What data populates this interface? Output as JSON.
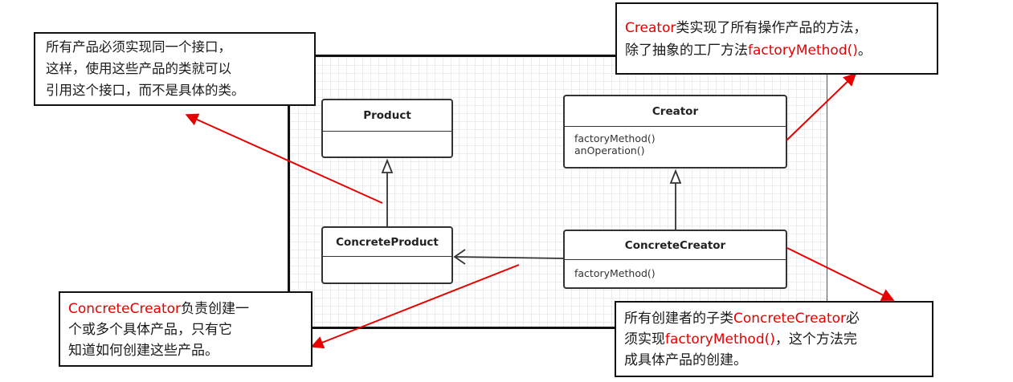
{
  "classes": {
    "product": {
      "name": "Product"
    },
    "creator": {
      "name": "Creator",
      "methods": [
        "factoryMethod()",
        "anOperation()"
      ]
    },
    "concrete_product": {
      "name": "ConcreteProduct"
    },
    "concrete_creator": {
      "name": "ConcreteCreator",
      "methods": [
        "factoryMethod()"
      ]
    }
  },
  "notes": {
    "product_note": {
      "lines": [
        "所有产品必须实现同一个接口，",
        "这样，使用这些产品的类就可以",
        "引用这个接口，而不是具体的类。"
      ]
    },
    "creator_note": {
      "l1_hl": "Creator",
      "l1_rest": "类实现了所有操作产品的方法，",
      "l2_pre": "除了抽象的工厂方法",
      "l2_hl": "factoryMethod()",
      "l2_post": "。"
    },
    "concrete_creator_note": {
      "l1_hl": "ConcreteCreator",
      "l1_rest": "负责创建一",
      "l2": "个或多个具体产品，只有它",
      "l3": "知道如何创建这些产品。"
    },
    "subclass_note": {
      "l1_pre": "所有创建者的子类",
      "l1_hl": "ConcreteCreator",
      "l1_post": "必",
      "l2_pre": "须实现",
      "l2_hl": "factoryMethod()",
      "l2_post": "，这个方法完",
      "l3": "成具体产品的创建。"
    }
  },
  "colors": {
    "annotation_red": "#e60000",
    "uml_border": "#333333",
    "grid": "#ececec"
  }
}
